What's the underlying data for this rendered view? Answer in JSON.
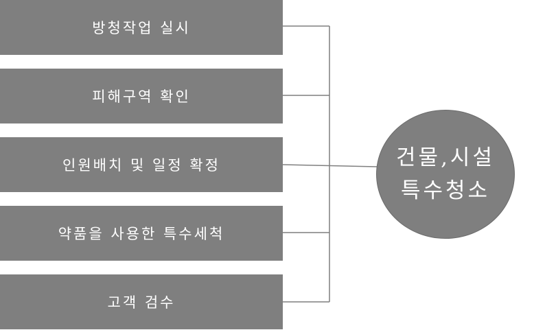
{
  "steps": [
    {
      "label": "방청작업 실시"
    },
    {
      "label": "피해구역 확인"
    },
    {
      "label": "인원배치 및 일정 확정"
    },
    {
      "label": "약품을 사용한 특수세척"
    },
    {
      "label": "고객 검수"
    }
  ],
  "goal": {
    "line1": "건물,시설",
    "line2": "특수청소"
  },
  "colors": {
    "box": "#7f7f7f",
    "text": "#ffffff",
    "connector": "#7f7f7f"
  }
}
